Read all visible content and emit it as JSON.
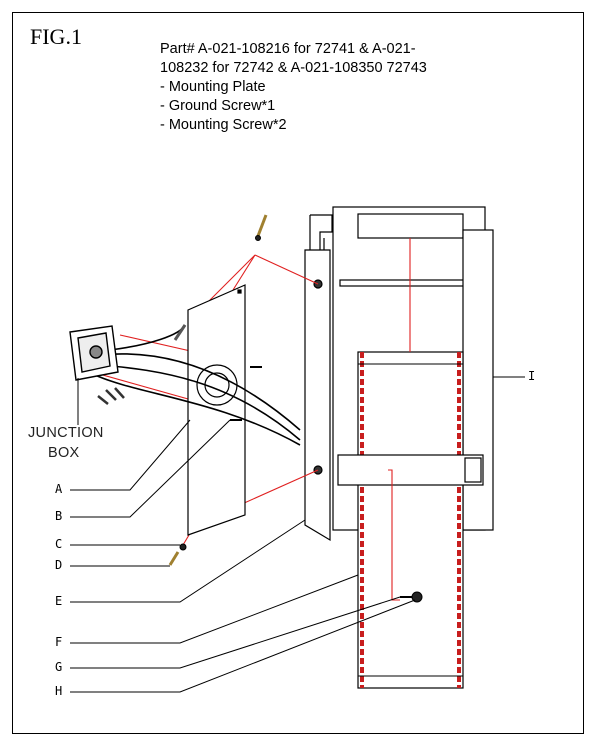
{
  "figure": {
    "label": "FIG.1"
  },
  "description": {
    "lines": [
      "Part# A-021-108216 for 72741 & A-021-",
      "108232 for 72742 & A-021-108350 72743",
      "- Mounting Plate",
      "- Ground Screw*1",
      "- Mounting Screw*2"
    ]
  },
  "junction_box": {
    "line1": "JUNCTION",
    "line2": "BOX"
  },
  "callouts": {
    "A": "A",
    "B": "B",
    "C": "C",
    "D": "D",
    "E": "E",
    "F": "F",
    "G": "G",
    "H": "H",
    "I": "I"
  },
  "colors": {
    "leader": "#e02020",
    "line": "#000000",
    "pole_red": "#c81e1e"
  }
}
